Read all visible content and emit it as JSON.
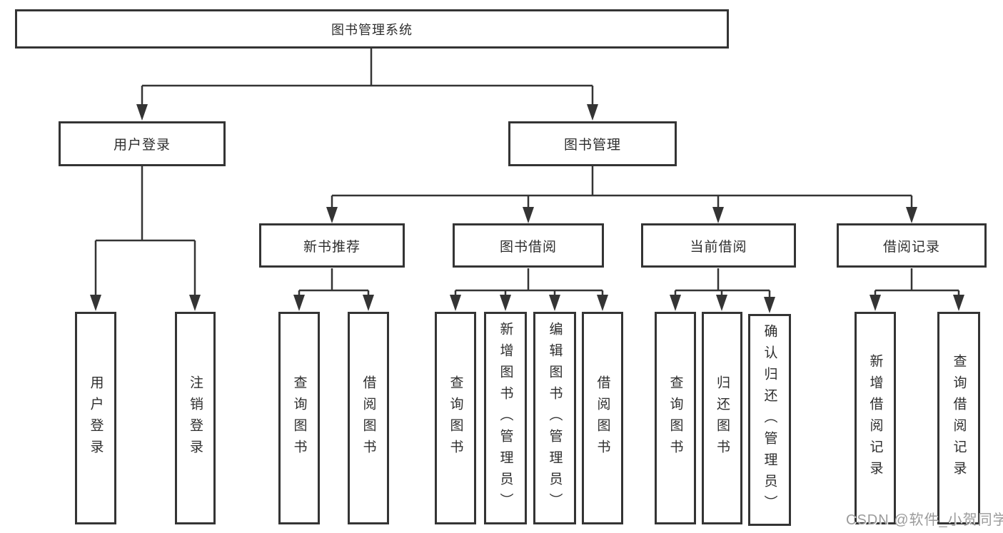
{
  "hierarchy": {
    "label": "图书管理系统",
    "children": [
      {
        "label": "用户登录",
        "children": [
          {
            "label": "用户登录"
          },
          {
            "label": "注销登录"
          }
        ]
      },
      {
        "label": "图书管理",
        "children": [
          {
            "label": "新书推荐",
            "children": [
              {
                "label": "查询图书"
              },
              {
                "label": "借阅图书"
              }
            ]
          },
          {
            "label": "图书借阅",
            "children": [
              {
                "label": "查询图书"
              },
              {
                "label": "新增图书（管理员）"
              },
              {
                "label": "编辑图书（管理员）"
              },
              {
                "label": "借阅图书"
              }
            ]
          },
          {
            "label": "当前借阅",
            "children": [
              {
                "label": "查询图书"
              },
              {
                "label": "归还图书"
              },
              {
                "label": "确认归还（管理员）"
              }
            ]
          },
          {
            "label": "借阅记录",
            "children": [
              {
                "label": "新增借阅记录"
              },
              {
                "label": "查询借阅记录"
              }
            ]
          }
        ]
      }
    ]
  },
  "watermark": {
    "text": "CSDN @软件_小贺同学"
  },
  "colors": {
    "line": "#343434",
    "text": "#2e2e2e",
    "watermark_text": "#9b9b9b",
    "background": "#ffffff"
  }
}
